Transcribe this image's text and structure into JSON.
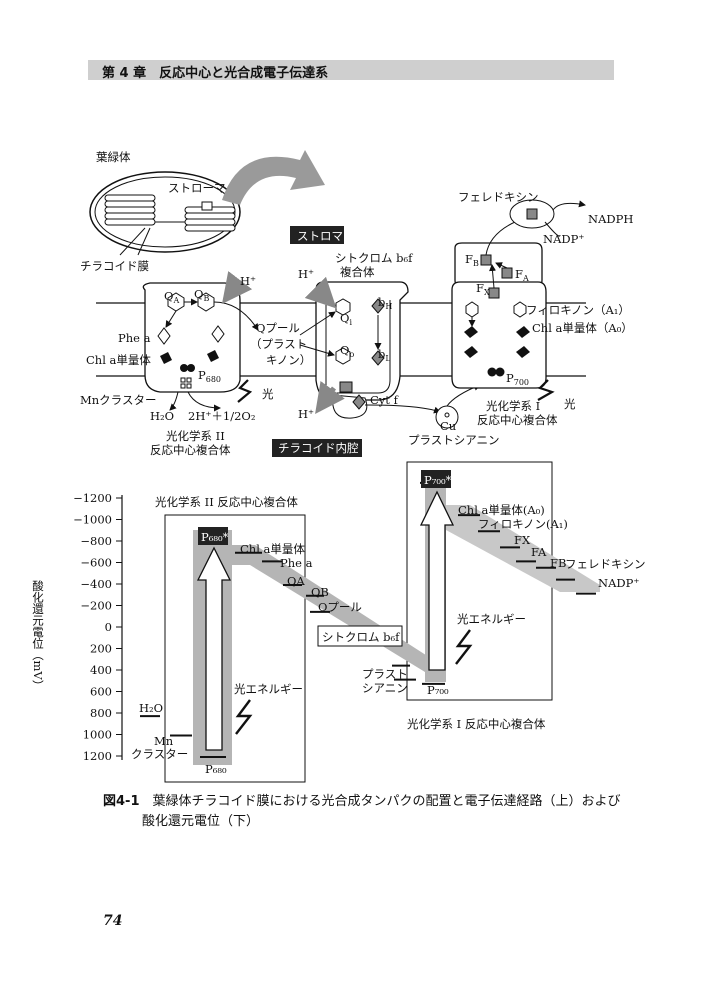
{
  "header": {
    "chapter": "第 4 章　反応中心と光合成電子伝達系"
  },
  "top": {
    "chloroplast": "葉緑体",
    "stroma_small": "ストローマ",
    "thylakoid_membrane": "チラコイド膜",
    "stroma_box": "ストロマ",
    "lumen_box": "チラコイド内腔",
    "h_plus": "H⁺",
    "psii": {
      "qa": "Q",
      "qa_sub": "A",
      "qb": "Q",
      "qb_sub": "B",
      "phe": "Phe a",
      "chla": "Chl a単量体",
      "p680": "P",
      "p680_sub": "680",
      "mn": "Mnクラスター",
      "water": "H₂O",
      "oxygen": "2H⁺＋1/2O₂",
      "name1": "光化学系 II",
      "name2": "反応中心複合体",
      "light": "光"
    },
    "qpool": [
      "Qプール",
      "（プラスト",
      "キノン）"
    ],
    "cytb6f": {
      "name1": "シトクロム b₆f",
      "name2": "複合体",
      "bh": "b",
      "bh_sub": "H",
      "bl": "b",
      "bl_sub": "L",
      "qi": "Q",
      "qi_sub": "i",
      "qo": "Q",
      "qo_sub": "o",
      "cytf": "Cyt f"
    },
    "cu": "Cu",
    "pc": "プラストシアニン",
    "psi": {
      "fd": "フェレドキシン",
      "nadph": "NADPH",
      "nadp": "NADP⁺",
      "fb": "F",
      "fb_sub": "B",
      "fa": "F",
      "fa_sub": "A",
      "fx": "F",
      "fx_sub": "X",
      "a1": "フィロキノン（A₁）",
      "a0": "Chl a単量体（A₀）",
      "p700": "P",
      "p700_sub": "700",
      "name1": "光化学系 I",
      "name2": "反応中心複合体",
      "light": "光"
    }
  },
  "bottom": {
    "ylabel": "酸化還元電位（mV）",
    "yticks": [
      "−1200",
      "−1000",
      "−800",
      "−600",
      "−400",
      "−200",
      "0",
      "200",
      "400",
      "600",
      "800",
      "1000",
      "1200"
    ],
    "psii_title": "光化学系 II 反応中心複合体",
    "psi_title": "光化学系 I 反応中心複合体",
    "p680_star": "P₆₈₀*",
    "p700_star": "P₇₀₀*",
    "chla": "Chl a単量体",
    "phe": "Phe a",
    "qa": "QA",
    "qb": "QB",
    "qpool": "Qプール",
    "cyt": "シトクロム b₆f",
    "pc1": "プラスト",
    "pc2": "シアニン",
    "p700": "P₇₀₀",
    "p680": "P₆₈₀",
    "light1": "光エネルギー",
    "light2": "光エネルギー",
    "h2o": "H₂O",
    "mn1": "Mn",
    "mn2": "クラスター",
    "a0": "Chl a単量体(A₀)",
    "a1": "フィロキノン(A₁)",
    "fx": "FX",
    "fa": "FA",
    "fb": "FB",
    "fd": "フェレドキシン",
    "nadp": "NADP⁺"
  },
  "caption": {
    "label": "図4-1",
    "line1": "葉緑体チラコイド膜における光合成タンパクの配置と電子伝達経路（上）および",
    "line2": "酸化還元電位（下）"
  },
  "page_number": "74",
  "chart_data": {
    "type": "line",
    "title": "",
    "ylabel": "酸化還元電位（mV）",
    "ylim": [
      1300,
      -1300
    ],
    "series": [
      {
        "points": [
          {
            "label": "H₂O",
            "y": 820
          },
          {
            "label": "Mnクラスター",
            "y": 1000
          },
          {
            "label": "P₆₈₀",
            "y": 1200
          },
          {
            "label": "P₆₈₀*",
            "y": -900
          },
          {
            "label": "Chl a単量体",
            "y": -700
          },
          {
            "label": "Phe a",
            "y": -620
          },
          {
            "label": "QA",
            "y": -400
          },
          {
            "label": "QB",
            "y": -300
          },
          {
            "label": "Qプール",
            "y": -150
          },
          {
            "label": "シトクロム b₆f",
            "y": 350
          },
          {
            "label": "プラストシアニン",
            "y": 480
          },
          {
            "label": "P₇₀₀",
            "y": 520
          },
          {
            "label": "P₇₀₀*",
            "y": -1350
          },
          {
            "label": "Chl a単量体(A₀)",
            "y": -1050
          },
          {
            "label": "フィロキノン(A₁)",
            "y": -900
          },
          {
            "label": "FX",
            "y": -750
          },
          {
            "label": "FA",
            "y": -620
          },
          {
            "label": "FB",
            "y": -560
          },
          {
            "label": "フェレドキシン",
            "y": -450
          },
          {
            "label": "NADP⁺",
            "y": -320
          }
        ]
      }
    ]
  }
}
